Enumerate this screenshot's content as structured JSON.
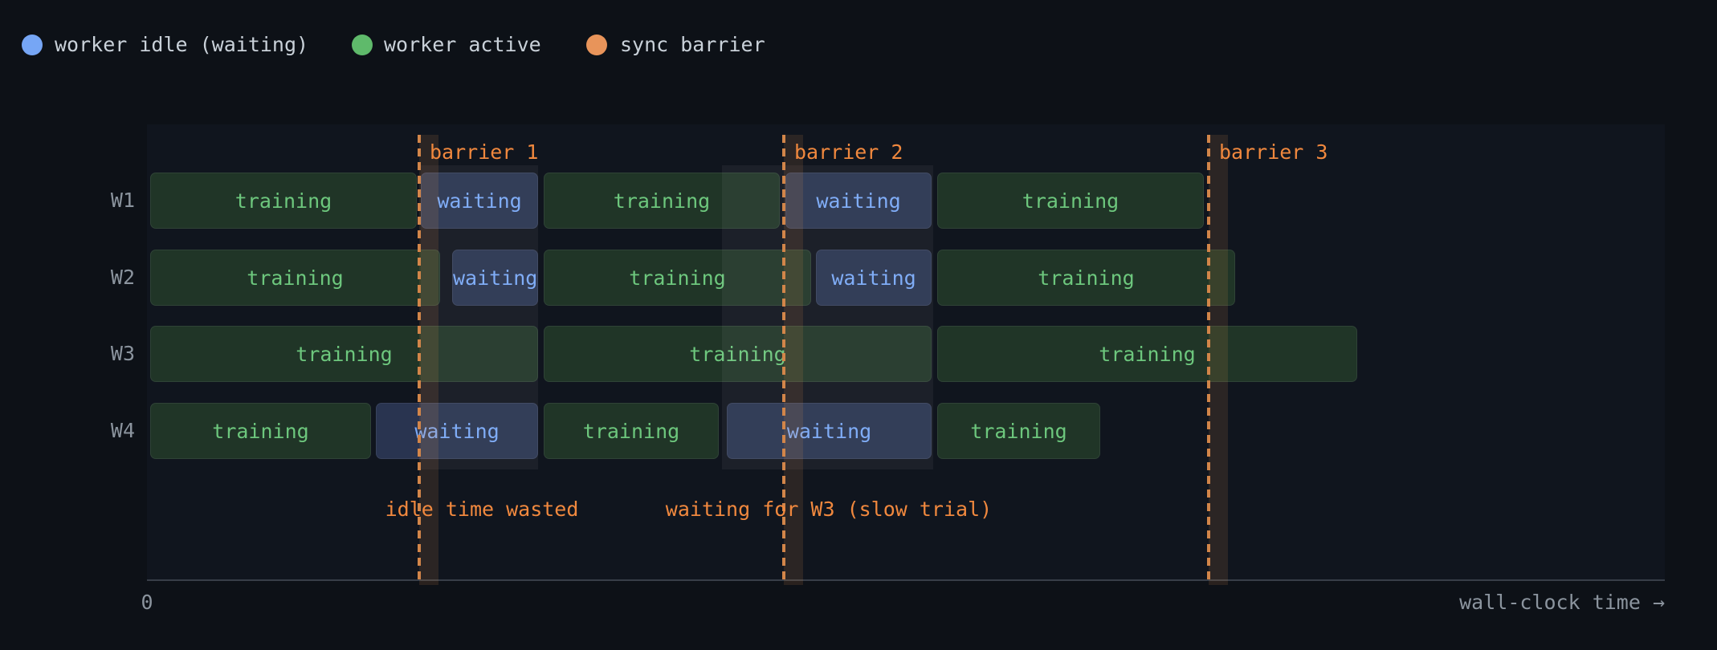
{
  "colors": {
    "page_bg": "#0d1117",
    "plot_bg": "#10151e",
    "training_fill": "#203527",
    "training_text": "#6dc77d",
    "waiting_fill": "#293450",
    "waiting_text": "#7aa9f7",
    "barrier_line": "#d28549",
    "barrier_glow": "rgba(230,145,80,0.13)",
    "barrier_label": "#f0883e",
    "annotation": "#f0883e",
    "band": "rgba(255,255,255,0.05)",
    "axis_line": "#383e48",
    "muted_text": "#8b949e",
    "legend_text": "#c9d1d9",
    "legend_idle": "#76a6f5",
    "legend_active": "#5fba6b",
    "legend_barrier": "#e8945a"
  },
  "legend": {
    "items": [
      {
        "key": "idle",
        "label": "worker idle (waiting)",
        "color": "#76a6f5"
      },
      {
        "key": "active",
        "label": "worker active",
        "color": "#5fba6b"
      },
      {
        "key": "barrier",
        "label": "sync barrier",
        "color": "#e8945a"
      }
    ]
  },
  "axis": {
    "origin_label": "0",
    "xlabel": "wall-clock time →"
  },
  "chart_data": {
    "type": "gantt",
    "title": "",
    "xlabel": "wall-clock time →",
    "x_axis": {
      "origin_tick": "0",
      "unit": "relative wall-clock time (unlabeled axis, values in plot units)",
      "range": [
        0,
        1890
      ]
    },
    "legend_entries": [
      "worker idle (waiting)",
      "worker active",
      "sync barrier"
    ],
    "rows": [
      {
        "label": "W1",
        "segments": [
          {
            "state": "training",
            "text": "training",
            "start": 4,
            "end": 336
          },
          {
            "state": "waiting",
            "text": "waiting",
            "start": 341,
            "end": 487
          },
          {
            "state": "training",
            "text": "training",
            "start": 494,
            "end": 788
          },
          {
            "state": "waiting",
            "text": "waiting",
            "start": 795,
            "end": 977
          },
          {
            "state": "training",
            "text": "training",
            "start": 984,
            "end": 1316
          }
        ]
      },
      {
        "label": "W2",
        "segments": [
          {
            "state": "training",
            "text": "training",
            "start": 4,
            "end": 365
          },
          {
            "state": "waiting",
            "text": "waiting",
            "start": 380,
            "end": 487
          },
          {
            "state": "training",
            "text": "training",
            "start": 494,
            "end": 827
          },
          {
            "state": "waiting",
            "text": "waiting",
            "start": 833,
            "end": 977
          },
          {
            "state": "training",
            "text": "training",
            "start": 984,
            "end": 1355
          }
        ]
      },
      {
        "label": "W3",
        "segments": [
          {
            "state": "training",
            "text": "training",
            "start": 4,
            "end": 487
          },
          {
            "state": "training",
            "text": "training",
            "start": 494,
            "end": 977
          },
          {
            "state": "training",
            "text": "training",
            "start": 984,
            "end": 1507
          }
        ]
      },
      {
        "label": "W4",
        "segments": [
          {
            "state": "training",
            "text": "training",
            "start": 4,
            "end": 279
          },
          {
            "state": "waiting",
            "text": "waiting",
            "start": 285,
            "end": 487
          },
          {
            "state": "training",
            "text": "training",
            "start": 494,
            "end": 712
          },
          {
            "state": "waiting",
            "text": "waiting",
            "start": 722,
            "end": 977
          },
          {
            "state": "training",
            "text": "training",
            "start": 984,
            "end": 1187
          }
        ]
      }
    ],
    "barriers": [
      {
        "label": "barrier 1",
        "t": 339
      },
      {
        "label": "barrier 2",
        "t": 793
      },
      {
        "label": "barrier 3",
        "t": 1322
      }
    ],
    "highlight_bands": [
      {
        "start": 341,
        "end": 487
      },
      {
        "start": 716,
        "end": 979
      }
    ],
    "annotations": [
      {
        "text": "idle time wasted",
        "t": 417
      },
      {
        "text": "waiting for W3 (slow trial)",
        "t": 849
      }
    ]
  }
}
